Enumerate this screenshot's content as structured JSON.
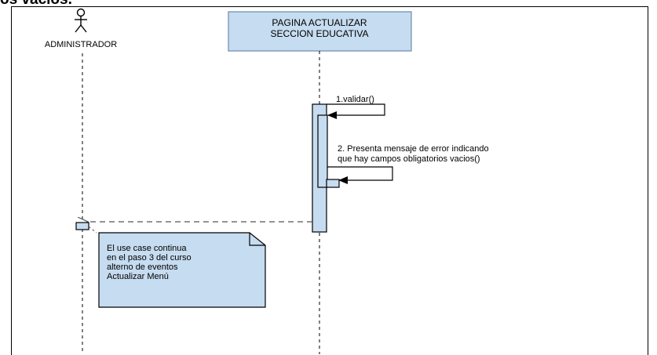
{
  "heading": "os vacíos.",
  "actors": {
    "administrador": {
      "label": "ADMINISTRADOR",
      "icon": "stick-figure-icon"
    },
    "pagina": {
      "label_lines": [
        "PAGINA ACTUALIZAR",
        "SECCION EDUCATIVA"
      ]
    }
  },
  "messages": [
    {
      "id": "m1",
      "label": "1.validar()",
      "type": "self-call"
    },
    {
      "id": "m2",
      "label_lines": [
        "2. Presenta mensaje de error indicando",
        "que hay campos obligatorios vacios()"
      ],
      "type": "self-call"
    },
    {
      "id": "m3",
      "label": "",
      "type": "return"
    }
  ],
  "note": {
    "lines": [
      "El use case continua",
      "en el paso 3 del  curso",
      "alterno de eventos",
      "Actualizar Menú"
    ]
  },
  "colors": {
    "box_fill": "#c6dcf0",
    "box_stroke": "#6a8caf",
    "activation_fill": "#c6dcf0",
    "line": "#000000",
    "return_line": "#555555"
  }
}
